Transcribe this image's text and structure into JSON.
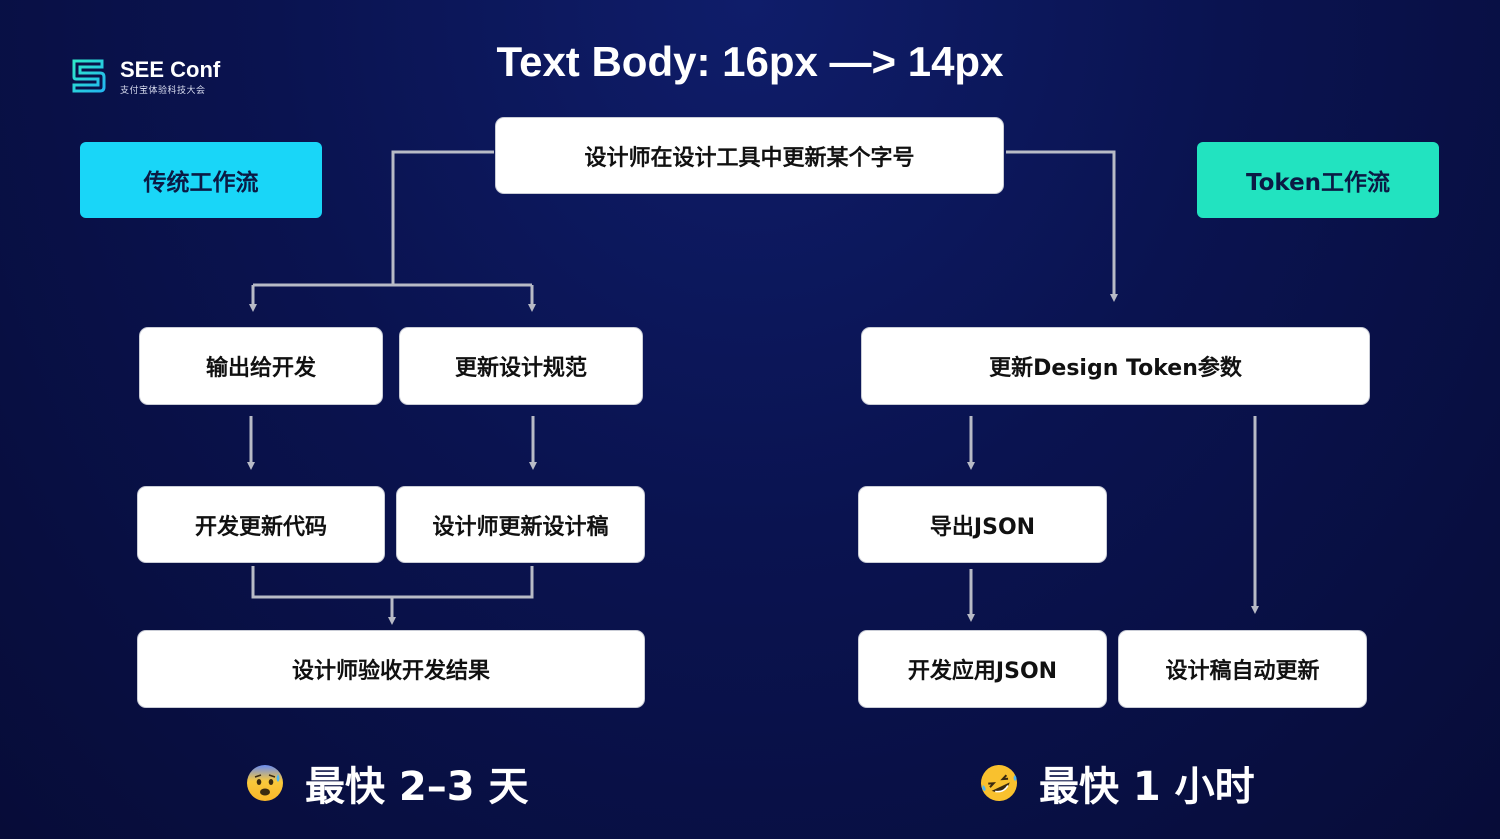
{
  "logo": {
    "name": "SEE Conf",
    "subtitle": "支付宝体验科技大会",
    "icon": "see-conf-logo-icon"
  },
  "title": "Text Body: 16px —> 14px",
  "colors": {
    "trad_badge": "#19d6f8",
    "token_badge": "#22e3c0",
    "connector": "#b8bbc6",
    "background": "#0a1350"
  },
  "traditional": {
    "label": "传统工作流",
    "output_to_dev": "输出给开发",
    "update_spec": "更新设计规范",
    "dev_update_code": "开发更新代码",
    "designer_update_draft": "设计师更新设计稿",
    "designer_accept": "设计师验收开发结果",
    "result": "最快 2–3 天",
    "result_icon": "anxious-face-icon"
  },
  "start": "设计师在设计工具中更新某个字号",
  "token": {
    "label": "Token工作流",
    "update_token": "更新Design Token参数",
    "export_json": "导出JSON",
    "dev_apply": "开发应用JSON",
    "auto_update": "设计稿自动更新",
    "result": "最快 1 小时",
    "result_icon": "rolling-laughing-face-icon"
  }
}
